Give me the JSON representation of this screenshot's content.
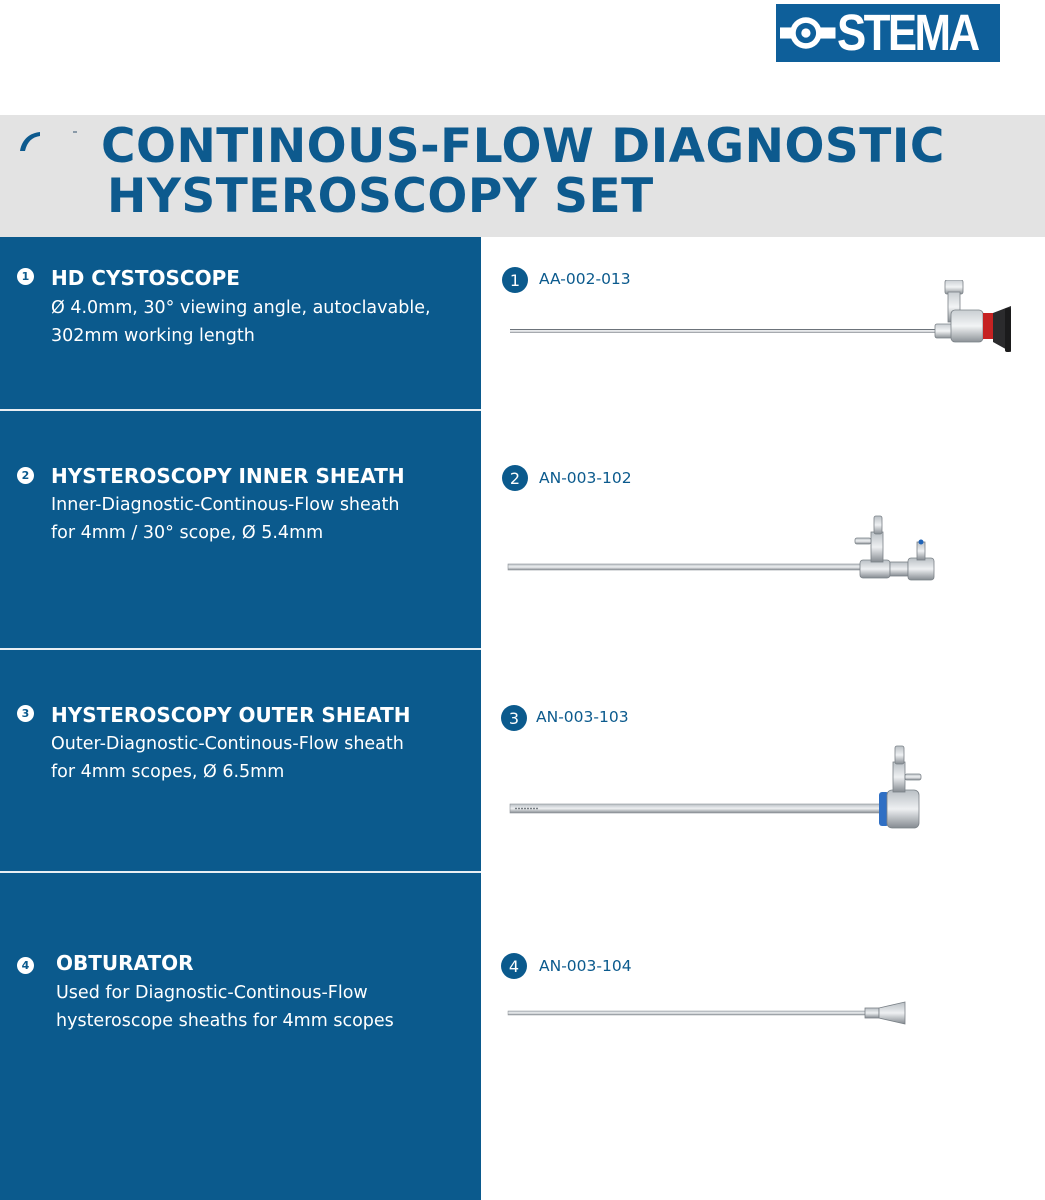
{
  "brand": {
    "logo_text": "STEMA",
    "color": "#0e5f9a"
  },
  "title": {
    "line1": "CONTINOUS-FLOW DIAGNOSTIC",
    "line2": "HYSTEROSCOPY SET"
  },
  "colors": {
    "panel": "#0b5a8d",
    "band": "#e3e3e3",
    "title": "#0d5a8e"
  },
  "items": [
    {
      "num": "1",
      "title": "HD CYSTOSCOPE",
      "desc": [
        "Ø 4.0mm, 30° viewing angle, autoclavable,",
        "302mm working length"
      ],
      "code": "AA-002-013",
      "image_icon": "cystoscope-icon"
    },
    {
      "num": "2",
      "title": "HYSTEROSCOPY INNER SHEATH",
      "desc": [
        "Inner-Diagnostic-Continous-Flow sheath",
        "for 4mm / 30° scope, Ø 5.4mm"
      ],
      "code": "AN-003-102",
      "image_icon": "inner-sheath-icon"
    },
    {
      "num": "3",
      "title": "HYSTEROSCOPY OUTER SHEATH",
      "desc": [
        "Outer-Diagnostic-Continous-Flow sheath",
        "for 4mm scopes, Ø 6.5mm"
      ],
      "code": "AN-003-103",
      "image_icon": "outer-sheath-icon"
    },
    {
      "num": "4",
      "title": "OBTURATOR",
      "desc": [
        "Used for Diagnostic-Continous-Flow",
        "hysteroscope sheaths for 4mm scopes"
      ],
      "code": "AN-003-104",
      "image_icon": "obturator-icon"
    }
  ]
}
